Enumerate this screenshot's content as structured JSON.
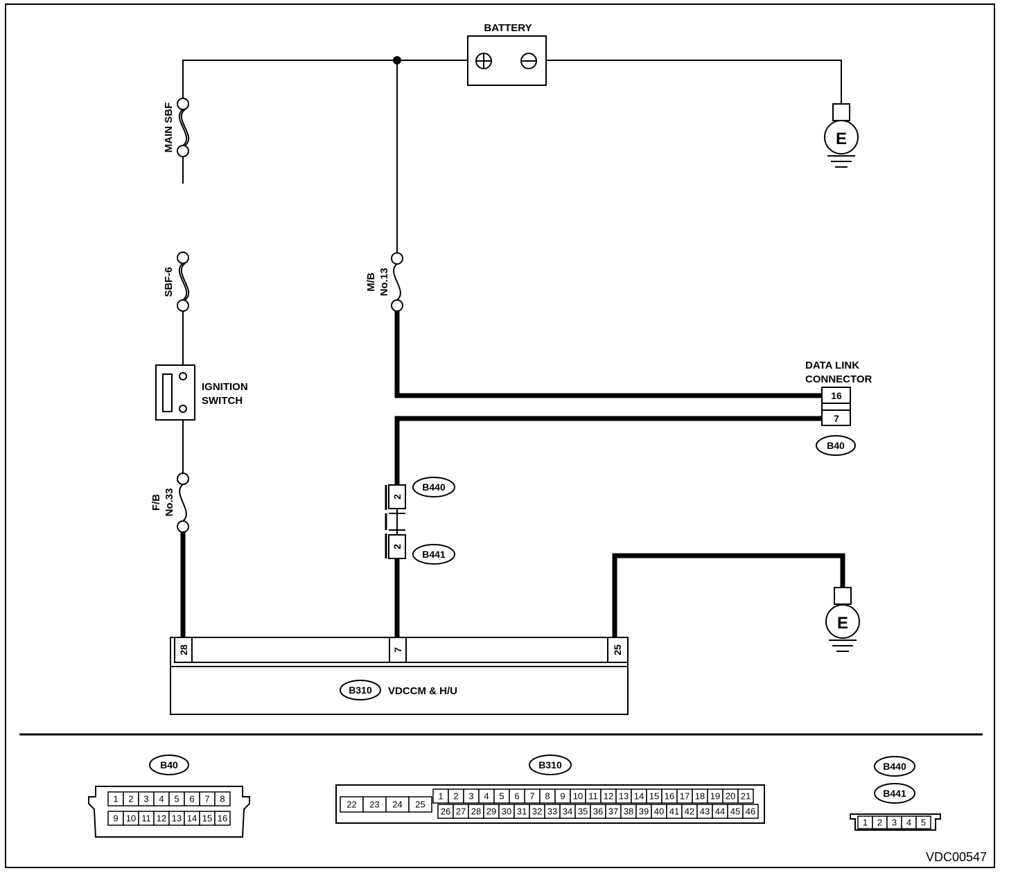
{
  "battery": {
    "label": "BATTERY",
    "plus": "+",
    "minus": "−"
  },
  "ground": {
    "symbol": "E"
  },
  "fuses": {
    "main_sbf": "MAIN SBF",
    "sbf6": "SBF-6",
    "mb13_line1": "M/B",
    "mb13_line2": "No.13",
    "fb33_line1": "F/B",
    "fb33_line2": "No.33"
  },
  "ignition": {
    "line1": "IGNITION",
    "line2": "SWITCH"
  },
  "data_link": {
    "line1": "DATA LINK",
    "line2": "CONNECTOR",
    "pin_a": "16",
    "pin_b": "7",
    "tag": "B40"
  },
  "inline": {
    "b440_tag": "B440",
    "b440_pin": "2",
    "b441_tag": "B441",
    "b441_pin": "2"
  },
  "module": {
    "tag": "B310",
    "name": "VDCCM & H/U",
    "pin_a": "28",
    "pin_b": "7",
    "pin_c": "25"
  },
  "connectors": {
    "b40": {
      "tag": "B40",
      "row1": [
        "1",
        "2",
        "3",
        "4",
        "5",
        "6",
        "7",
        "8"
      ],
      "row2": [
        "9",
        "10",
        "11",
        "12",
        "13",
        "14",
        "15",
        "16"
      ]
    },
    "b310": {
      "tag": "B310",
      "left": [
        "22",
        "23",
        "24",
        "25"
      ],
      "row1": [
        "1",
        "2",
        "3",
        "4",
        "5",
        "6",
        "7",
        "8",
        "9",
        "10",
        "11",
        "12",
        "13",
        "14",
        "15",
        "16",
        "17",
        "18",
        "19",
        "20",
        "21"
      ],
      "row2": [
        "26",
        "27",
        "28",
        "29",
        "30",
        "31",
        "32",
        "33",
        "34",
        "35",
        "36",
        "37",
        "38",
        "39",
        "40",
        "41",
        "42",
        "43",
        "44",
        "45",
        "46"
      ]
    },
    "b440_441": {
      "tag1": "B440",
      "tag2": "B441",
      "row": [
        "1",
        "2",
        "3",
        "4",
        "5"
      ]
    }
  },
  "figure_id": "VDC00547"
}
